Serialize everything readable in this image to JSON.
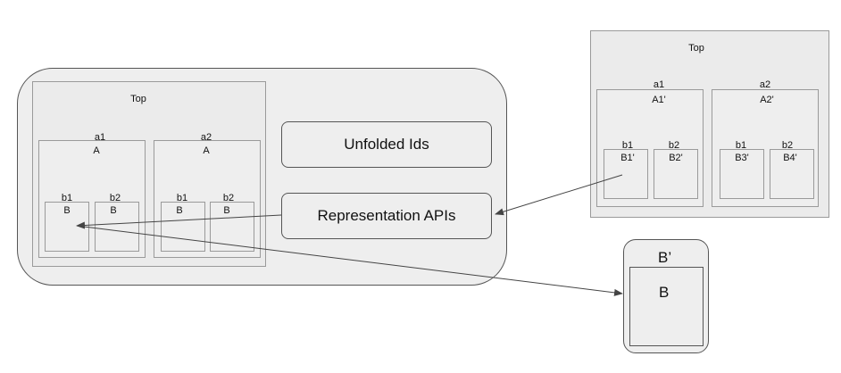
{
  "left_diagram": {
    "top_label": "Top",
    "a1": {
      "port": "a1",
      "name": "A",
      "b1": {
        "port": "b1",
        "name": "B"
      },
      "b2": {
        "port": "b2",
        "name": "B"
      }
    },
    "a2": {
      "port": "a2",
      "name": "A",
      "b1": {
        "port": "b1",
        "name": "B"
      },
      "b2": {
        "port": "b2",
        "name": "B"
      }
    }
  },
  "buttons": {
    "unfolded_ids": "Unfolded Ids",
    "representation_apis": "Representation APIs"
  },
  "right_diagram": {
    "top_label": "Top",
    "a1": {
      "port": "a1",
      "name": "A1'",
      "b1": {
        "port": "b1",
        "name": "B1'"
      },
      "b2": {
        "port": "b2",
        "name": "B2'"
      }
    },
    "a2": {
      "port": "a2",
      "name": "A2'",
      "b1": {
        "port": "b1",
        "name": "B3'"
      },
      "b2": {
        "port": "b2",
        "name": "B4'"
      }
    }
  },
  "small_diagram": {
    "outer_label": "B’",
    "inner_label": "B"
  },
  "colors": {
    "box_fill": "#eeeeee",
    "border_dark": "#555555",
    "border_light": "#9a9a9a",
    "arrow": "#444444"
  }
}
